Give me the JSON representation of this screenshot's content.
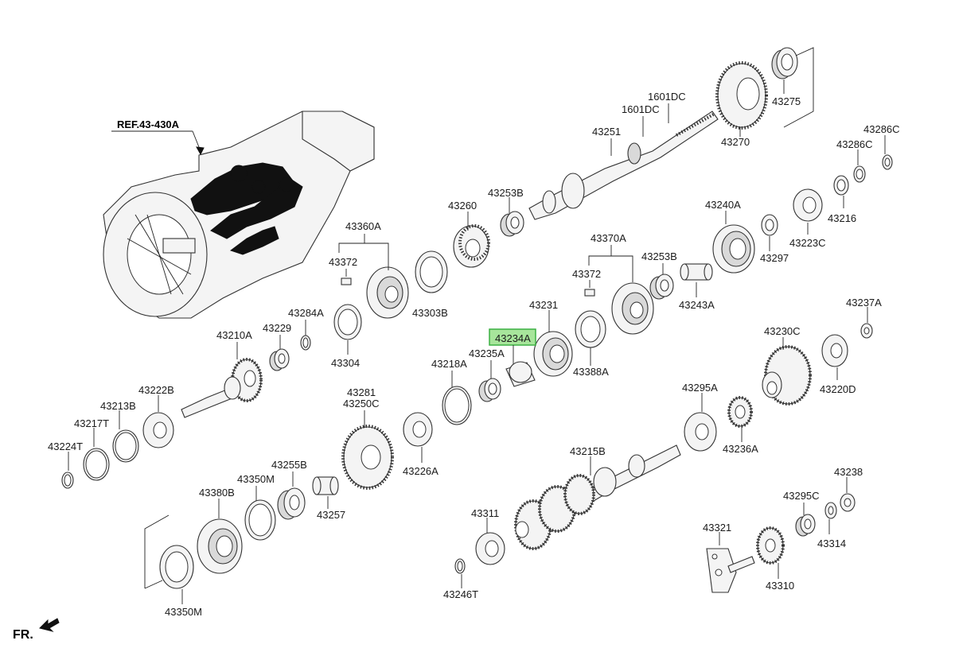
{
  "ref": "REF.43-430A",
  "front_marker": "FR.",
  "highlighted_label": "43234A",
  "labels": {
    "p43275": "43275",
    "p43270": "43270",
    "p1601dc_a": "1601DC",
    "p1601dc_b": "1601DC",
    "p43251": "43251",
    "p43286c_a": "43286C",
    "p43286c_b": "43286C",
    "p43216": "43216",
    "p43223c": "43223C",
    "p43297": "43297",
    "p43240a": "43240A",
    "p43253b_a": "43253B",
    "p43260": "43260",
    "p43360a": "43360A",
    "p43372_a": "43372",
    "p43303b": "43303B",
    "p43370a": "43370A",
    "p43372_b": "43372",
    "p43253b_b": "43253B",
    "p43243a": "43243A",
    "p43231": "43231",
    "p43234a": "43234A",
    "p43235a": "43235A",
    "p43388a": "43388A",
    "p43218a": "43218A",
    "p43284a": "43284A",
    "p43229": "43229",
    "p43304": "43304",
    "p43210a": "43210A",
    "p43237a": "43237A",
    "p43230c": "43230C",
    "p43220d": "43220D",
    "p43222b": "43222B",
    "p43213b": "43213B",
    "p43217t": "43217T",
    "p43224t": "43224T",
    "p43281": "43281",
    "p43250c": "43250C",
    "p43226a": "43226A",
    "p43295a": "43295A",
    "p43236a": "43236A",
    "p43215b": "43215B",
    "p43255b": "43255B",
    "p43350m_a": "43350M",
    "p43257": "43257",
    "p43380b": "43380B",
    "p43311": "43311",
    "p43238": "43238",
    "p43295c": "43295C",
    "p43314": "43314",
    "p43321": "43321",
    "p43310": "43310",
    "p43246t": "43246T",
    "p43350m_b": "43350M"
  },
  "colors": {
    "highlight_fill": "#a7e59b",
    "highlight_stroke": "#3cb043",
    "line": "#222222"
  }
}
